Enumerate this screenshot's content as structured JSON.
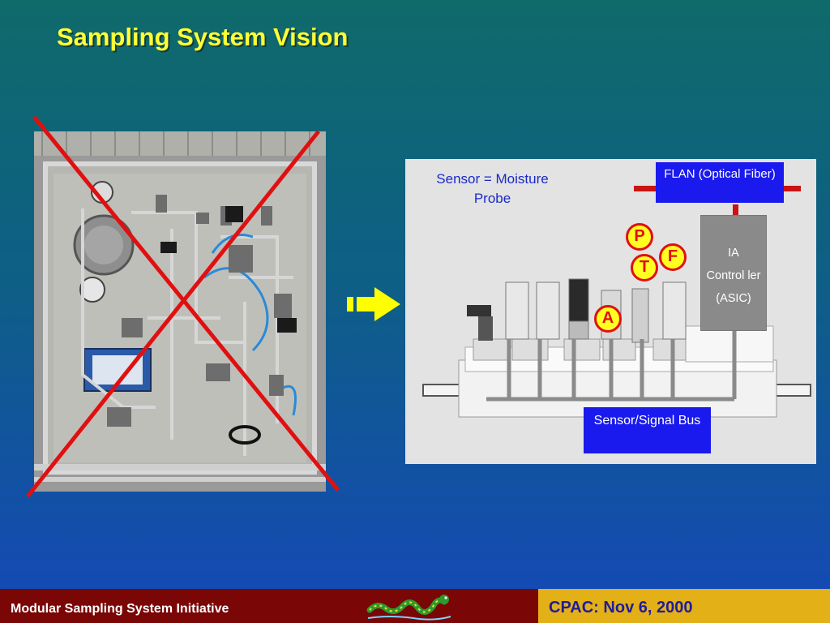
{
  "title": "Sampling System Vision",
  "right_diagram": {
    "sensor_label": "Sensor = Moisture Probe",
    "flan_label": "FLAN (Optical Fiber)",
    "ia_controller": [
      "IA",
      "Control ler",
      "(ASIC)"
    ],
    "bus_label": "Sensor/Signal Bus",
    "circle_labels": {
      "p": "P",
      "f": "F",
      "t": "T",
      "a": "A"
    }
  },
  "footer": {
    "left_text": "Modular Sampling System Initiative",
    "right_text": "CPAC: Nov 6, 2000"
  },
  "colors": {
    "title": "#ffff33",
    "cross": "#e01010",
    "arrow": "#ffff00",
    "label_box": "#1a1aee",
    "footer_left": "#7a0606",
    "footer_right": "#e4b018"
  }
}
